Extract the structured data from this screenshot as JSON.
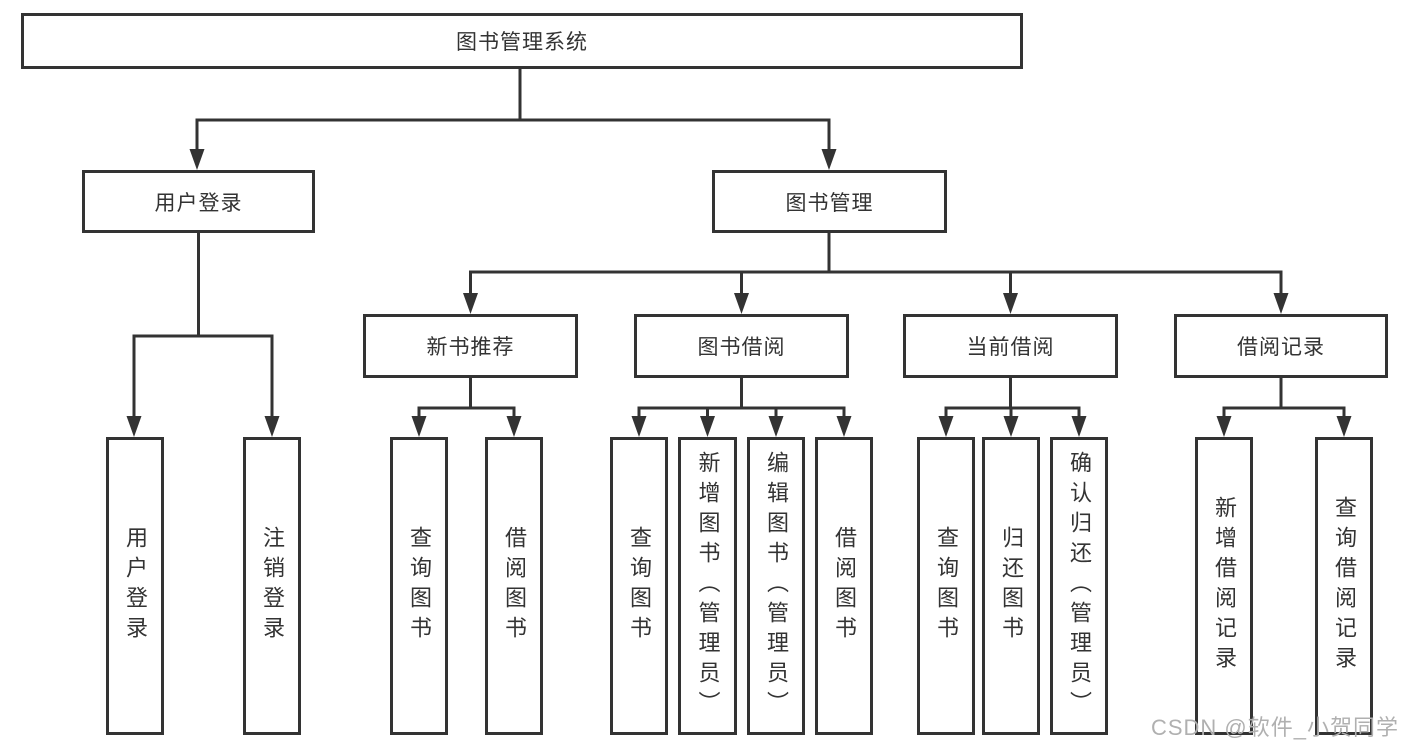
{
  "diagram_title": "图书管理系统",
  "tree": {
    "label": "图书管理系统",
    "children": [
      {
        "label": "用户登录",
        "children": [
          {
            "label": "用户登录"
          },
          {
            "label": "注销登录"
          }
        ]
      },
      {
        "label": "图书管理",
        "children": [
          {
            "label": "新书推荐",
            "children": [
              {
                "label": "查询图书"
              },
              {
                "label": "借阅图书"
              }
            ]
          },
          {
            "label": "图书借阅",
            "children": [
              {
                "label": "查询图书"
              },
              {
                "label": "新增图书（管理员）"
              },
              {
                "label": "编辑图书（管理员）"
              },
              {
                "label": "借阅图书"
              }
            ]
          },
          {
            "label": "当前借阅",
            "children": [
              {
                "label": "查询图书"
              },
              {
                "label": "归还图书"
              },
              {
                "label": "确认归还（管理员）"
              }
            ]
          },
          {
            "label": "借阅记录",
            "children": [
              {
                "label": "新增借阅记录"
              },
              {
                "label": "查询借阅记录"
              }
            ]
          }
        ]
      }
    ]
  },
  "watermark": "CSDN @软件_小贺同学",
  "colors": {
    "line": "#333333",
    "box_border": "#333333",
    "text": "#333333",
    "watermark": "#b0b0b0",
    "background": "#ffffff"
  }
}
